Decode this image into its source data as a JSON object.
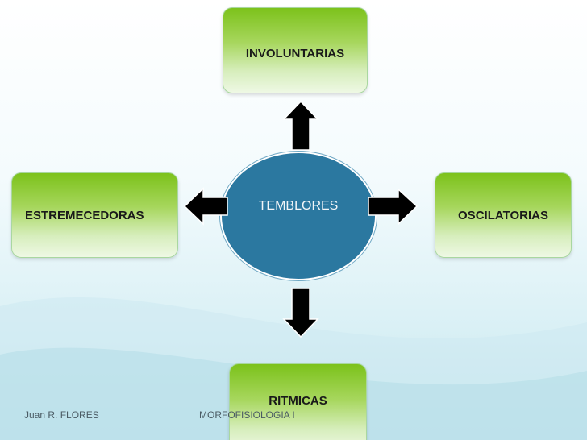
{
  "diagram": {
    "center": {
      "label": "TEMBLORES"
    },
    "nodes": {
      "top": "INVOLUNTARIAS",
      "left": "ESTREMECEDORAS",
      "right": "OSCILATORIAS",
      "bottom": "RITMICAS"
    }
  },
  "footer": {
    "author": "Juan  R. FLORES",
    "course": "MORFOFISIOLOGIA I"
  },
  "colors": {
    "box_green": "#7cc21b",
    "center_blue": "#2b78a0",
    "arrow": "#000000"
  }
}
